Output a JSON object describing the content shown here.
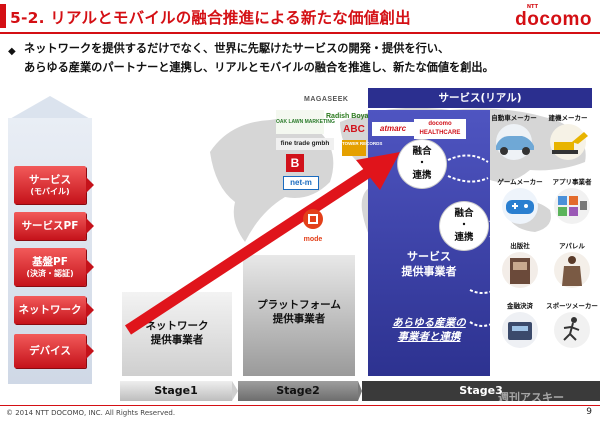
{
  "header": {
    "title": "5-2. リアルとモバイルの融合推進による新たな価値創出",
    "brand_ntt": "NTT",
    "brand_name": "docomo"
  },
  "intro": {
    "line1": "ネットワークを提供するだけでなく、世界に先駆けたサービスの開発・提供を行い、",
    "line2": "あらゆる産業のパートナーと連携し、リアルとモバイルの融合を推進し、新たな価値を創出。"
  },
  "service_header": "サービス(リアル)",
  "layers": [
    {
      "label": "サービス",
      "sub": "(モバイル)"
    },
    {
      "label": "サービスPF",
      "sub": ""
    },
    {
      "label": "基盤PF",
      "sub": "(決済・認証)"
    },
    {
      "label": "ネットワーク",
      "sub": ""
    },
    {
      "label": "デバイス",
      "sub": ""
    }
  ],
  "stage_boxes": {
    "box1": {
      "line1": "ネットワーク",
      "line2": "提供事業者"
    },
    "box2": {
      "line1": "プラットフォーム",
      "line2": "提供事業者"
    },
    "box3": {
      "line1": "サービス",
      "line2": "提供事業者",
      "collab1": "あらゆる産業の",
      "collab2": "事業者と連携"
    }
  },
  "stages": [
    "Stage1",
    "Stage2",
    "Stage3"
  ],
  "fusion": [
    {
      "line1": "融合",
      "line2": "・",
      "line3": "連携"
    },
    {
      "line1": "融合",
      "line2": "・",
      "line3": "連携"
    }
  ],
  "partners": {
    "magaseek": "MAGASEEK",
    "oak": "OAK LAWN MARKETING",
    "radish": "Radish Boya",
    "abc": "ABC",
    "atmarc": "atmarc",
    "health_brand": "docomo",
    "health_name": "HEALTHCARE",
    "tower": "TOWER RECORDS",
    "finetrade": "fine trade gmbh",
    "b": "B",
    "netm": "net-m",
    "imode": "mode"
  },
  "services": [
    {
      "label": "自動車メーカー"
    },
    {
      "label": "建機メーカー"
    },
    {
      "label": "ゲームメーカー"
    },
    {
      "label": "アプリ事業者"
    },
    {
      "label": "出版社"
    },
    {
      "label": "アパレル"
    },
    {
      "label": "金融決済"
    },
    {
      "label": "スポーツメーカー"
    }
  ],
  "footer": {
    "copyright": "© 2014 NTT DOCOMO, INC. All Rights Reserved.",
    "page": "9",
    "watermark": "週刊アスキー"
  },
  "colors": {
    "accent_red": "#d40f14",
    "navy": "#2b2f8f",
    "stage3_blue": "#3a40a8"
  }
}
